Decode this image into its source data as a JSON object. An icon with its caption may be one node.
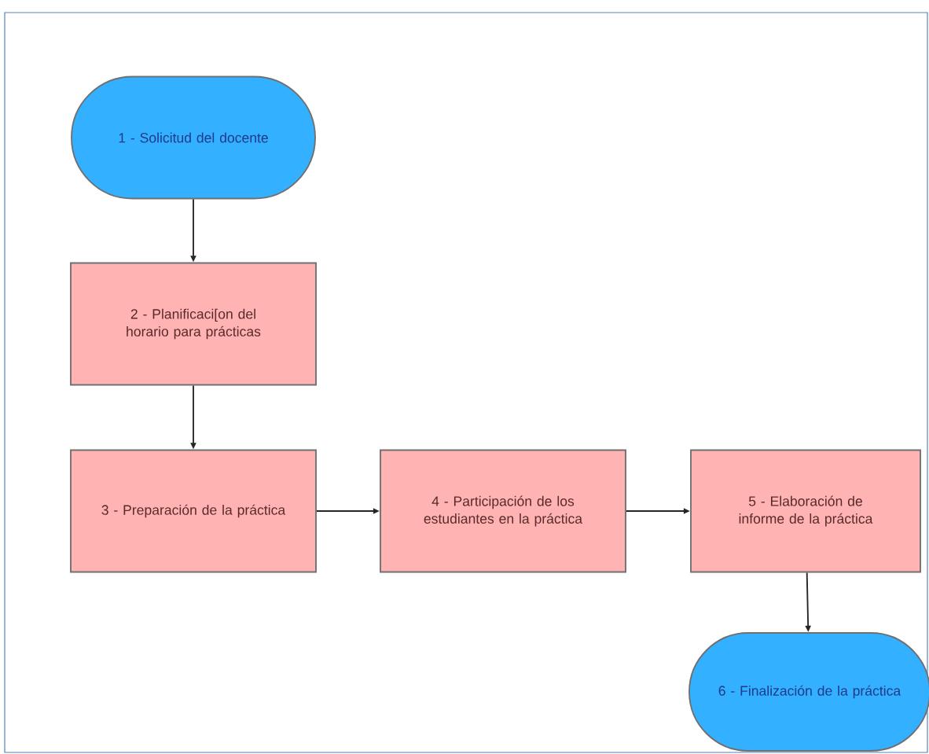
{
  "diagram": {
    "nodes": [
      {
        "text": [
          "1 - Solicitud del docente"
        ]
      },
      {
        "text": [
          "2 - Planificaci[on del horario para prácticas"
        ]
      },
      {
        "text": [
          "3 - Preparación de la práctica"
        ]
      },
      {
        "text": [
          "4 - Participación de los estudiantes en la práctica"
        ]
      },
      {
        "text": [
          "5 - Elaboración de informe de la práctica"
        ]
      },
      {
        "text": [
          "6 - Finalización de la práctica"
        ]
      }
    ],
    "edges": [
      {
        "from": 0,
        "to": 1,
        "arrow": "to"
      },
      {
        "from": 1,
        "to": 2,
        "arrow": "to"
      },
      {
        "from": 2,
        "to": 3,
        "arrow": "to"
      },
      {
        "from": 3,
        "to": 4,
        "arrow": "to"
      },
      {
        "from": 4,
        "to": 5,
        "arrow": "to"
      }
    ]
  }
}
